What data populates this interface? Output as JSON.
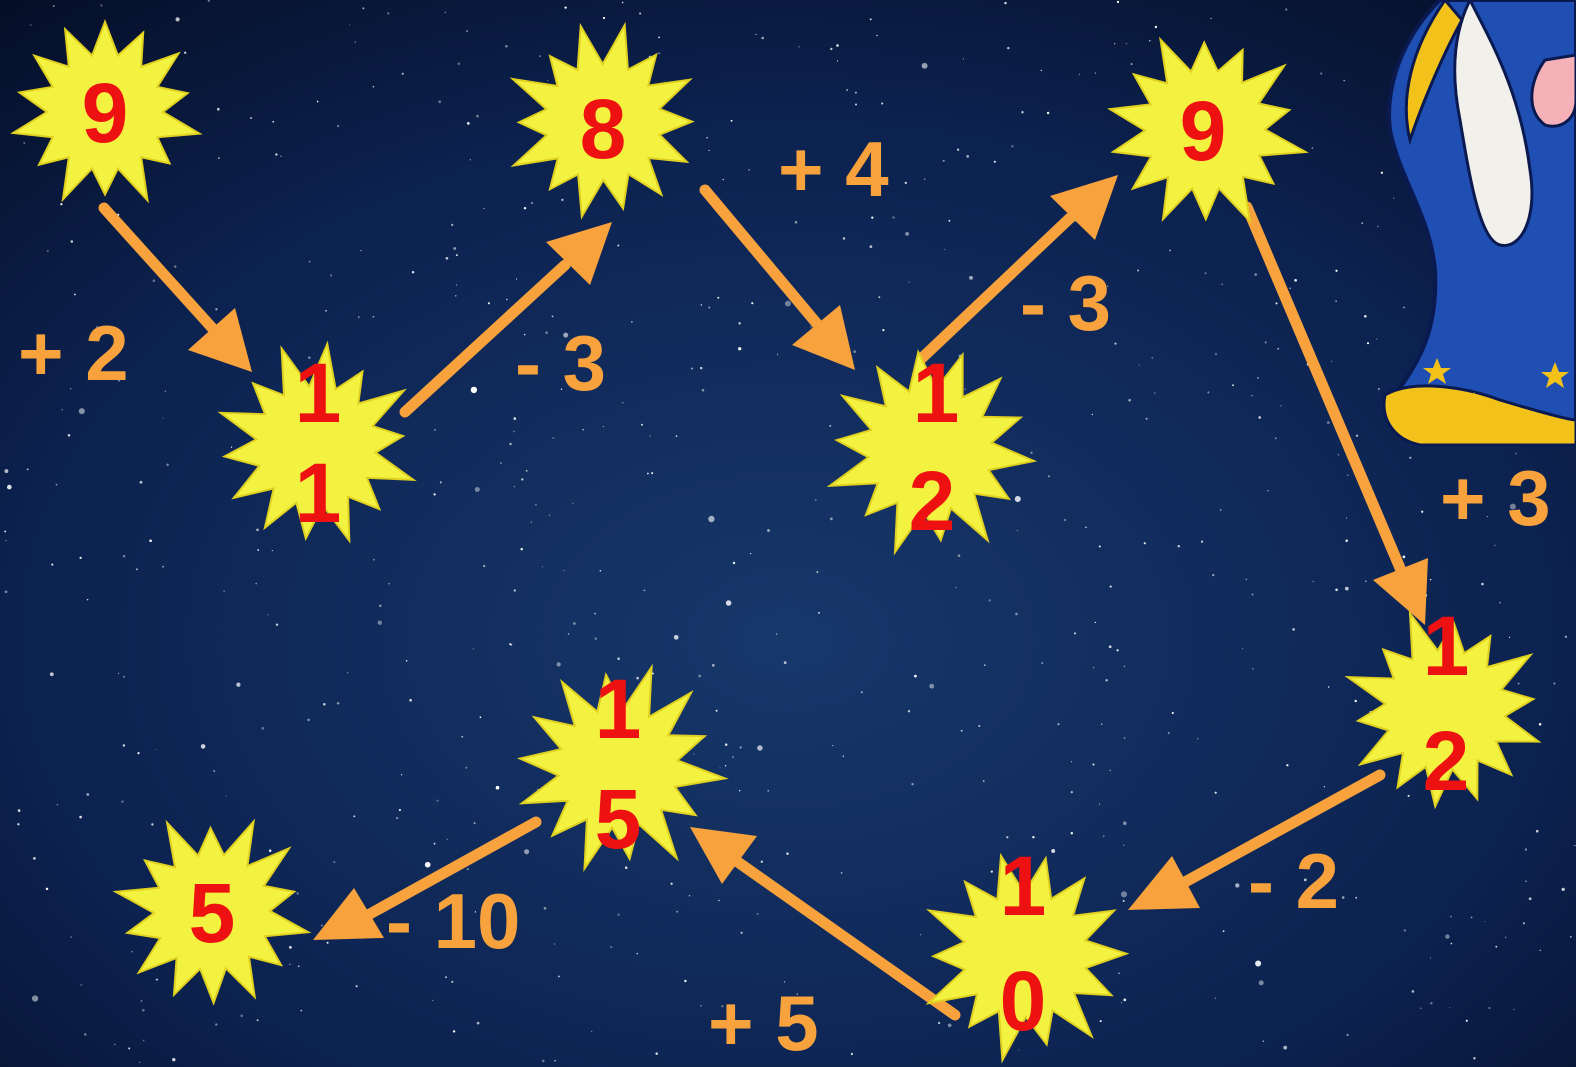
{
  "colors": {
    "star_fill": "#f4f240",
    "star_stroke": "#e0d020",
    "number": "#ee1111",
    "arrow": "#f7a23c",
    "operation": "#f7a23c"
  },
  "stars": [
    {
      "id": "star-1",
      "lines": [
        "9"
      ]
    },
    {
      "id": "star-2",
      "lines": [
        "1",
        "1"
      ]
    },
    {
      "id": "star-3",
      "lines": [
        "8"
      ]
    },
    {
      "id": "star-4",
      "lines": [
        "1",
        "2"
      ]
    },
    {
      "id": "star-5",
      "lines": [
        "9"
      ]
    },
    {
      "id": "star-6",
      "lines": [
        "1",
        "2"
      ]
    },
    {
      "id": "star-7",
      "lines": [
        "1",
        "0"
      ]
    },
    {
      "id": "star-8",
      "lines": [
        "1",
        "5"
      ]
    },
    {
      "id": "star-9",
      "lines": [
        "5"
      ]
    }
  ],
  "operations": [
    {
      "id": "op-1",
      "text": "+ 2"
    },
    {
      "id": "op-2",
      "text": "- 3"
    },
    {
      "id": "op-3",
      "text": "+ 4"
    },
    {
      "id": "op-4",
      "text": "- 3"
    },
    {
      "id": "op-5",
      "text": "+ 3"
    },
    {
      "id": "op-6",
      "text": "- 2"
    },
    {
      "id": "op-7",
      "text": "+ 5"
    },
    {
      "id": "op-8",
      "text": "- 10"
    }
  ],
  "character": {
    "icon": "wizard-illustration-icon"
  }
}
